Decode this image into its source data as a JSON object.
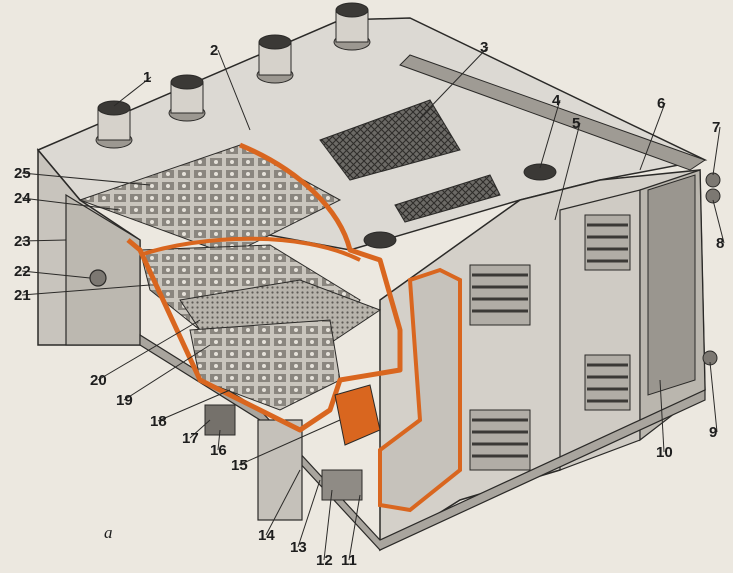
{
  "figure": {
    "letter": "a",
    "callouts": [
      "1",
      "2",
      "3",
      "4",
      "5",
      "6",
      "7",
      "8",
      "9",
      "10",
      "11",
      "12",
      "13",
      "14",
      "15",
      "16",
      "17",
      "18",
      "19",
      "20",
      "21",
      "22",
      "23",
      "24",
      "25"
    ]
  },
  "colors": {
    "paper": "#ece8e0",
    "metal_light": "#d9d6d0",
    "metal_mid": "#bdb9b2",
    "metal_dark": "#8f8b85",
    "cutaway_orange": "#d9661f",
    "mesh": "#3d3b38",
    "line": "#2b2a28"
  }
}
